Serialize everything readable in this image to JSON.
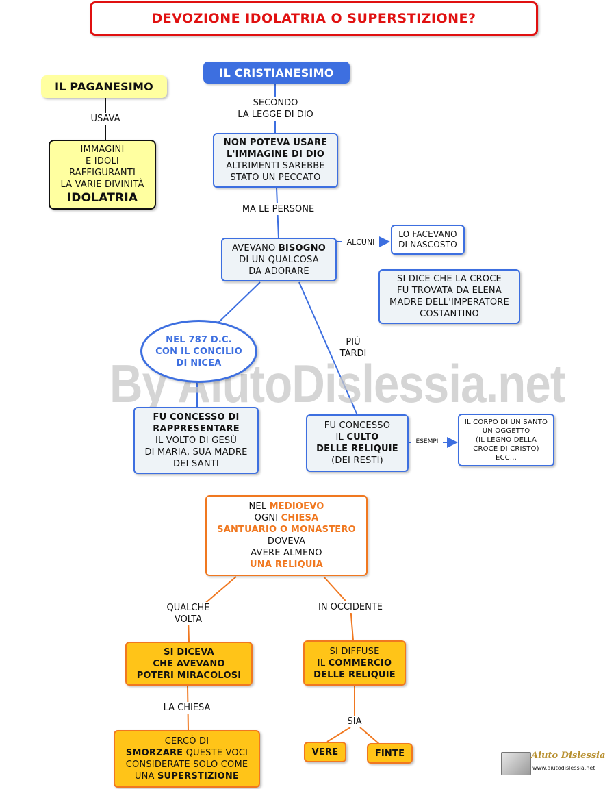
{
  "title": "DEVOZIONE IDOLATRIA O SUPERSTIZIONE?",
  "paganesimo": {
    "header": "IL PAGANESIMO",
    "link": "USAVA",
    "box": [
      "IMMAGINI",
      "E IDOLI",
      "RAFFIGURANTI",
      "LA VARIE DIVINITÀ"
    ],
    "box_bold": "IDOLATRIA"
  },
  "cristianesimo": {
    "header": "IL CRISTIANESIMO",
    "link1": [
      "SECONDO",
      "LA LEGGE DI DIO"
    ],
    "box1_bold": [
      "NON POTEVA USARE",
      "L'IMMAGINE DI DIO"
    ],
    "box1": [
      "ALTRIMENTI SAREBBE",
      "STATO UN PECCATO"
    ],
    "link2": "MA LE PERSONE",
    "box2_pre": "AVEVANO ",
    "box2_bold": "BISOGNO",
    "box2": [
      "DI UN QUALCOSA",
      "DA ADORARE"
    ],
    "link_alcuni": "ALCUNI",
    "box_nascosto": [
      "LO FACEVANO",
      "DI NASCOSTO"
    ],
    "box_croce": [
      "SI DICE CHE LA CROCE",
      "FU TROVATA DA ELENA",
      "MADRE DELL'IMPERATORE",
      "COSTANTINO"
    ],
    "ellipse": [
      "NEL 787 D.C.",
      "CON IL CONCILIO",
      "DI NICEA"
    ],
    "box_concesso_bold": [
      "FU CONCESSO DI",
      "RAPPRESENTARE"
    ],
    "box_concesso": [
      "IL VOLTO DI GESÙ",
      "DI MARIA, SUA MADRE",
      "DEI SANTI"
    ],
    "link_piu": [
      "PIÙ",
      "TARDI"
    ],
    "box_culto_1": "FU CONCESSO",
    "box_culto_2_pre": "IL ",
    "box_culto_2_bold": "CULTO",
    "box_culto_3_bold": "DELLE RELIQUIE",
    "box_culto_4": "(DEI RESTI)",
    "link_esempi": "ESEMPI",
    "box_esempi": [
      "IL CORPO DI UN SANTO",
      "UN OGGETTO",
      "(IL LEGNO DELLA",
      "CROCE DI CRISTO)",
      "ECC..."
    ]
  },
  "medioevo": {
    "l1_pre": "NEL ",
    "l1_or": "MEDIOEVO",
    "l2_pre": "OGNI ",
    "l2_or": "CHIESA",
    "l3_or": "SANTUARIO O MONASTERO",
    "l4": "DOVEVA",
    "l5": "AVERE ALMENO",
    "l6_or": "UNA RELIQUIA",
    "link_qualche": [
      "QUALCHE",
      "VOLTA"
    ],
    "link_occidente": "IN OCCIDENTE",
    "box_poteri": [
      "SI DICEVA",
      "CHE AVEVANO",
      "POTERI MIRACOLOSI"
    ],
    "link_chiesa": "LA CHIESA",
    "box_cerco_1": "CERCÒ DI",
    "box_cerco_2_bold": "SMORZARE",
    "box_cerco_2": " QUESTE VOCI",
    "box_cerco_3": "CONSIDERATE SOLO COME",
    "box_cerco_4_pre": "UNA ",
    "box_cerco_4_bold": "SUPERSTIZIONE",
    "box_commercio_1": "SI DIFFUSE",
    "box_commercio_2_pre": "IL ",
    "box_commercio_2_bold": "COMMERCIO",
    "box_commercio_3_bold": "DELLE RELIQUIE",
    "link_sia": "SIA",
    "vere": "VERE",
    "finte": "FINTE"
  },
  "watermark": "By AiutoDislessia.net",
  "logo": {
    "name": "Aiuto Dislessia",
    "url": "www.aiutodislessia.net"
  },
  "colors": {
    "title_red": "#e01010",
    "blue": "#3d6fe0",
    "orange": "#f07820",
    "yellow": "#ffc418",
    "pale_yellow": "#ffffa0"
  }
}
